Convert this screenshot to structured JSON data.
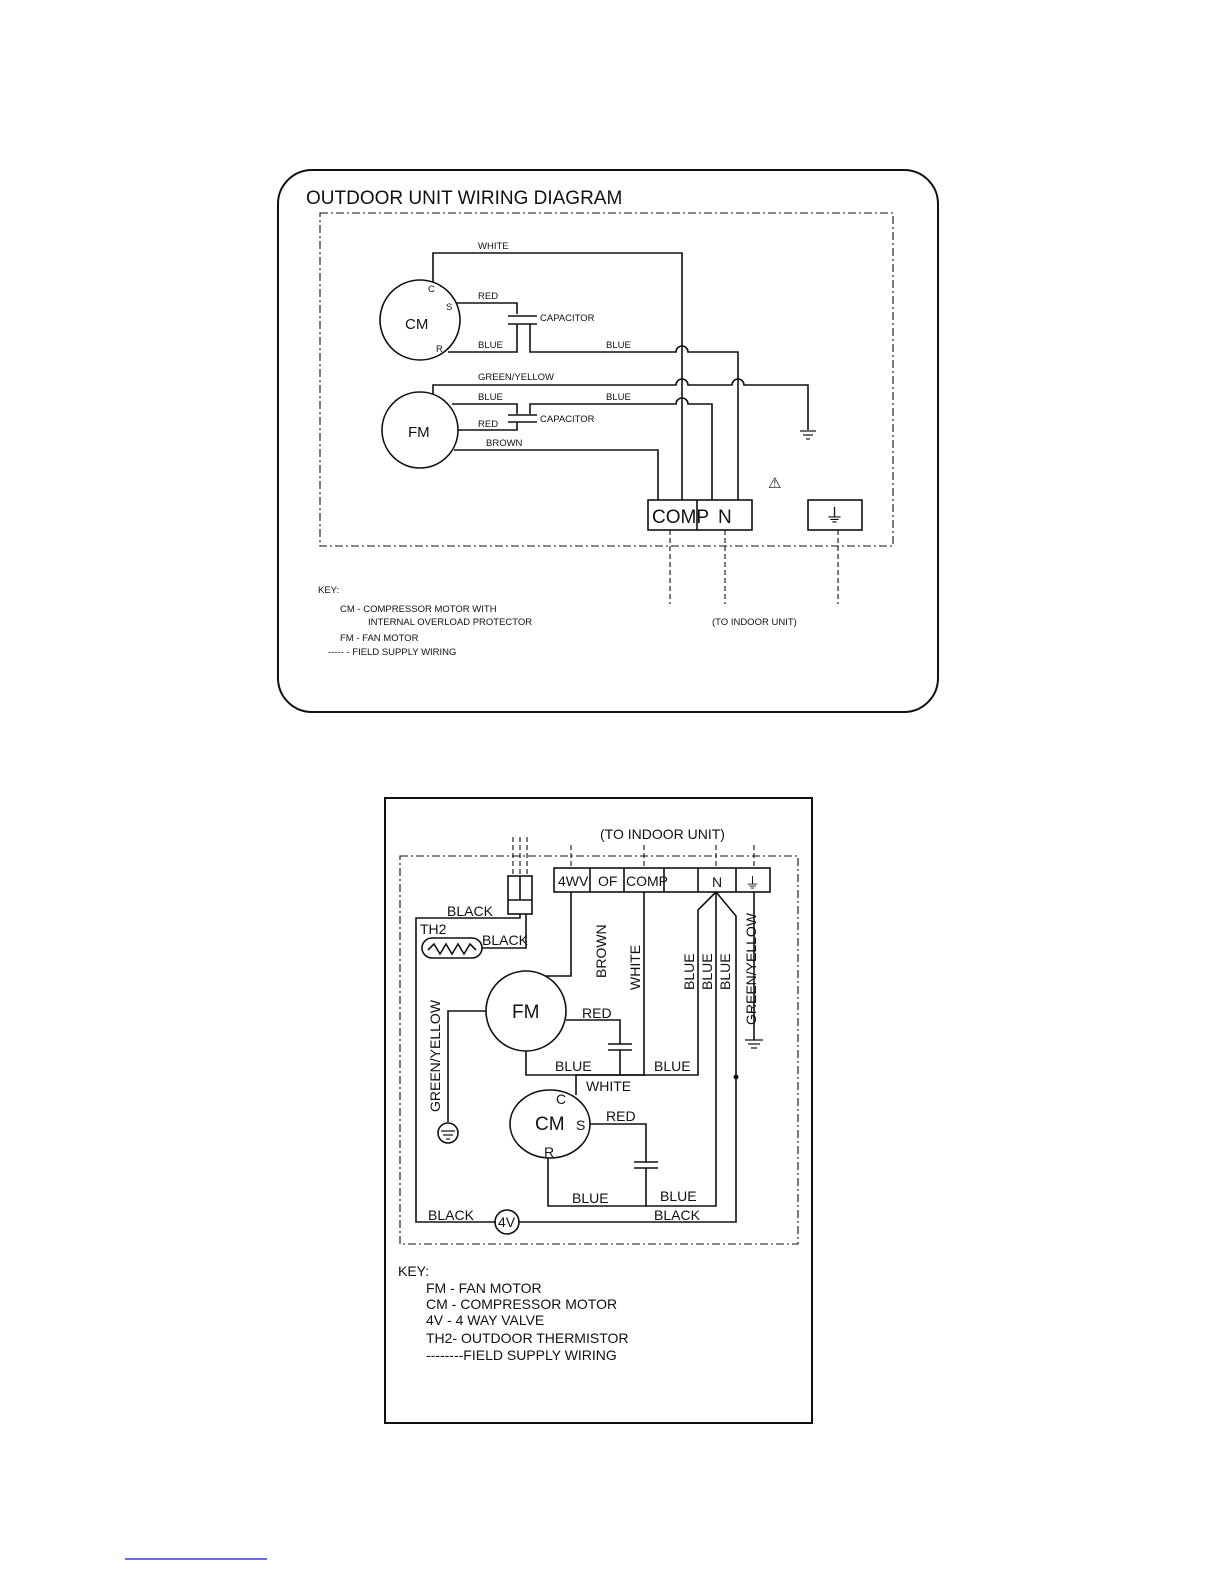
{
  "diagram1": {
    "title": "OUTDOOR UNIT WIRING DIAGRAM",
    "components": {
      "cm": "CM",
      "fm": "FM",
      "c": "C",
      "s": "S",
      "r": "R",
      "capacitor1": "CAPACITOR",
      "capacitor2": "CAPACITOR"
    },
    "wires": {
      "white": "WHITE",
      "red1": "RED",
      "blue1": "BLUE",
      "blue2": "BLUE",
      "green_yellow": "GREEN/YELLOW",
      "blue3": "BLUE",
      "blue4": "BLUE",
      "red2": "RED",
      "brown": "BROWN"
    },
    "terminals": {
      "comp": "COMP",
      "n": "N",
      "ground": "⏚"
    },
    "warning": "⚠",
    "to_indoor": "(TO INDOOR UNIT)",
    "key": {
      "heading": "KEY:",
      "line1": "CM - COMPRESSOR MOTOR WITH",
      "line2": "INTERNAL OVERLOAD PROTECTOR",
      "line3": "FM - FAN MOTOR",
      "line4": "----- - FIELD SUPPLY WIRING"
    }
  },
  "diagram2": {
    "to_indoor": "(TO INDOOR UNIT)",
    "terminals": {
      "t4wv": "4WV",
      "of": "OF",
      "comp": "COMP",
      "blank": "",
      "n": "N",
      "ground": "⏚"
    },
    "components": {
      "fm": "FM",
      "cm": "CM",
      "c": "C",
      "s": "S",
      "r": "R",
      "th2": "TH2",
      "valve": "4V"
    },
    "wires": {
      "black1": "BLACK",
      "black2": "BLACK",
      "brown": "BROWN",
      "white_v": "WHITE",
      "blue_v1": "BLUE",
      "blue_v2": "BLUE",
      "blue_v3": "BLUE",
      "green_yellow_right": "GREEN/YELLOW",
      "green_yellow_left": "GREEN/YELLOW",
      "red1": "RED",
      "blue1": "BLUE",
      "blue2": "BLUE",
      "white_h": "WHITE",
      "red2": "RED",
      "blue3": "BLUE",
      "blue4": "BLUE",
      "black3": "BLACK",
      "black4": "BLACK"
    },
    "key": {
      "heading": "KEY:",
      "line1": "FM - FAN MOTOR",
      "line2": "CM - COMPRESSOR MOTOR",
      "line3": "4V - 4 WAY VALVE",
      "line4": "TH2- OUTDOOR THERMISTOR",
      "line5": "--------FIELD SUPPLY WIRING"
    }
  }
}
